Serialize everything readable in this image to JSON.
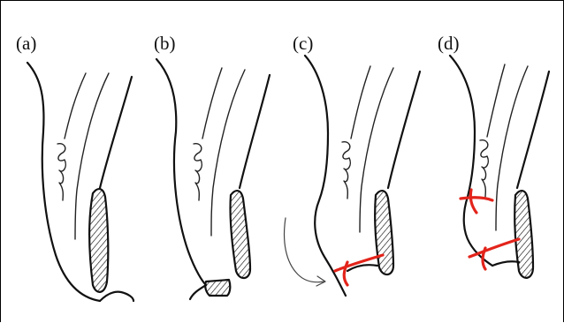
{
  "panels": [
    {
      "label": "(a)"
    },
    {
      "label": "(b)"
    },
    {
      "label": "(c)"
    },
    {
      "label": "(d)"
    }
  ],
  "colors": {
    "ink": "#111111",
    "suture": "#e3241b",
    "border": "#000000"
  }
}
